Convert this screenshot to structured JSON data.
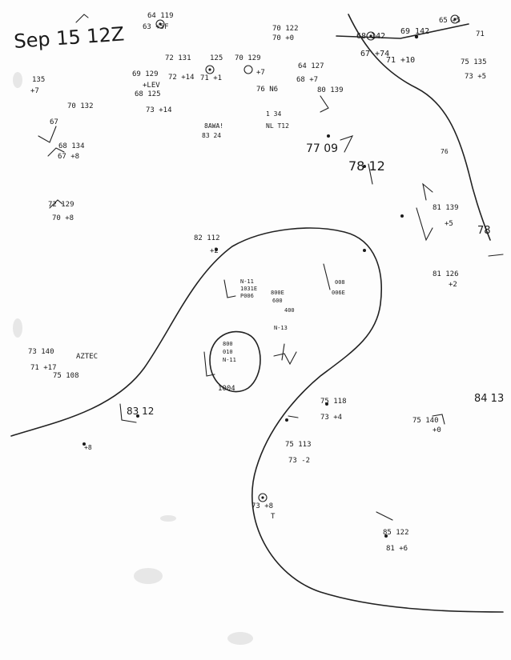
{
  "header": {
    "date_label": "Sep 15 12Z"
  },
  "stations": [
    {
      "id": "s1",
      "lines": [
        "64 119",
        "63 +5F"
      ]
    },
    {
      "id": "s2",
      "lines": [
        "135",
        "+7"
      ]
    },
    {
      "id": "s3",
      "lines": [
        "70 132",
        "67"
      ]
    },
    {
      "id": "s4",
      "lines": [
        "69 129",
        "+LEV"
      ]
    },
    {
      "id": "s5",
      "lines": [
        "72 131",
        "72 +14"
      ]
    },
    {
      "id": "s6",
      "lines": [
        "125",
        "71 +1"
      ]
    },
    {
      "id": "s7",
      "lines": [
        "70 129",
        "+7"
      ]
    },
    {
      "id": "s8",
      "lines": [
        "70 122",
        "70 +0"
      ]
    },
    {
      "id": "s9",
      "lines": [
        "68 125",
        "73 +14"
      ]
    },
    {
      "id": "s10",
      "lines": [
        "76 N6"
      ]
    },
    {
      "id": "s11",
      "lines": [
        "68 134",
        "67 +8"
      ]
    },
    {
      "id": "s12",
      "lines": [
        "72 129",
        "70 +8"
      ]
    },
    {
      "id": "s13",
      "lines": [
        "8AWA!",
        "83 24"
      ]
    },
    {
      "id": "s14",
      "lines": [
        "1 34",
        "NL T12"
      ]
    },
    {
      "id": "s15",
      "lines": [
        "77 09"
      ]
    },
    {
      "id": "s16",
      "lines": [
        "78 12"
      ]
    },
    {
      "id": "s17",
      "lines": [
        "64 127",
        "68 +7"
      ]
    },
    {
      "id": "s18",
      "lines": [
        "80 139"
      ]
    },
    {
      "id": "s19",
      "lines": [
        "68 142",
        "67 +74"
      ]
    },
    {
      "id": "s20",
      "lines": [
        "69 142",
        "71 +10"
      ]
    },
    {
      "id": "s21",
      "lines": [
        "65 +5"
      ]
    },
    {
      "id": "s22",
      "lines": [
        "71",
        "75 135",
        "73 +5"
      ]
    },
    {
      "id": "s23",
      "lines": [
        "76"
      ]
    },
    {
      "id": "s24",
      "lines": [
        "81 139",
        "+5"
      ]
    },
    {
      "id": "s25",
      "lines": [
        "78"
      ]
    },
    {
      "id": "s26",
      "lines": [
        "81 126",
        "+2"
      ]
    },
    {
      "id": "s27",
      "lines": [
        "82 112",
        "+2"
      ]
    },
    {
      "id": "s28",
      "lines": [
        "73 140",
        "71 +17",
        "75 108"
      ]
    },
    {
      "id": "s29",
      "lines": [
        "AZTEC"
      ]
    },
    {
      "id": "s30",
      "lines": [
        "83 12"
      ]
    },
    {
      "id": "s31",
      "lines": [
        "+8"
      ]
    },
    {
      "id": "s32",
      "lines": [
        "75 118",
        "73 +4"
      ]
    },
    {
      "id": "s33",
      "lines": [
        "75 113",
        "73 -2"
      ]
    },
    {
      "id": "s34",
      "lines": [
        "75 140",
        "+0"
      ]
    },
    {
      "id": "s35",
      "lines": [
        "84 13"
      ]
    },
    {
      "id": "s36",
      "lines": [
        "73 +8",
        "T"
      ]
    },
    {
      "id": "s37",
      "lines": [
        "85 122",
        "81 +6"
      ]
    },
    {
      "id": "s38",
      "lines": [
        "1004"
      ]
    },
    {
      "id": "s39",
      "lines": [
        "N-11",
        "1031E",
        "P006"
      ]
    },
    {
      "id": "s40",
      "lines": [
        "800E",
        "600"
      ]
    },
    {
      "id": "s41",
      "lines": [
        "N-13",
        "400"
      ]
    },
    {
      "id": "s42",
      "lines": [
        "008",
        "006E"
      ]
    },
    {
      "id": "s43",
      "lines": [
        "800",
        "010",
        "N-11"
      ]
    }
  ]
}
